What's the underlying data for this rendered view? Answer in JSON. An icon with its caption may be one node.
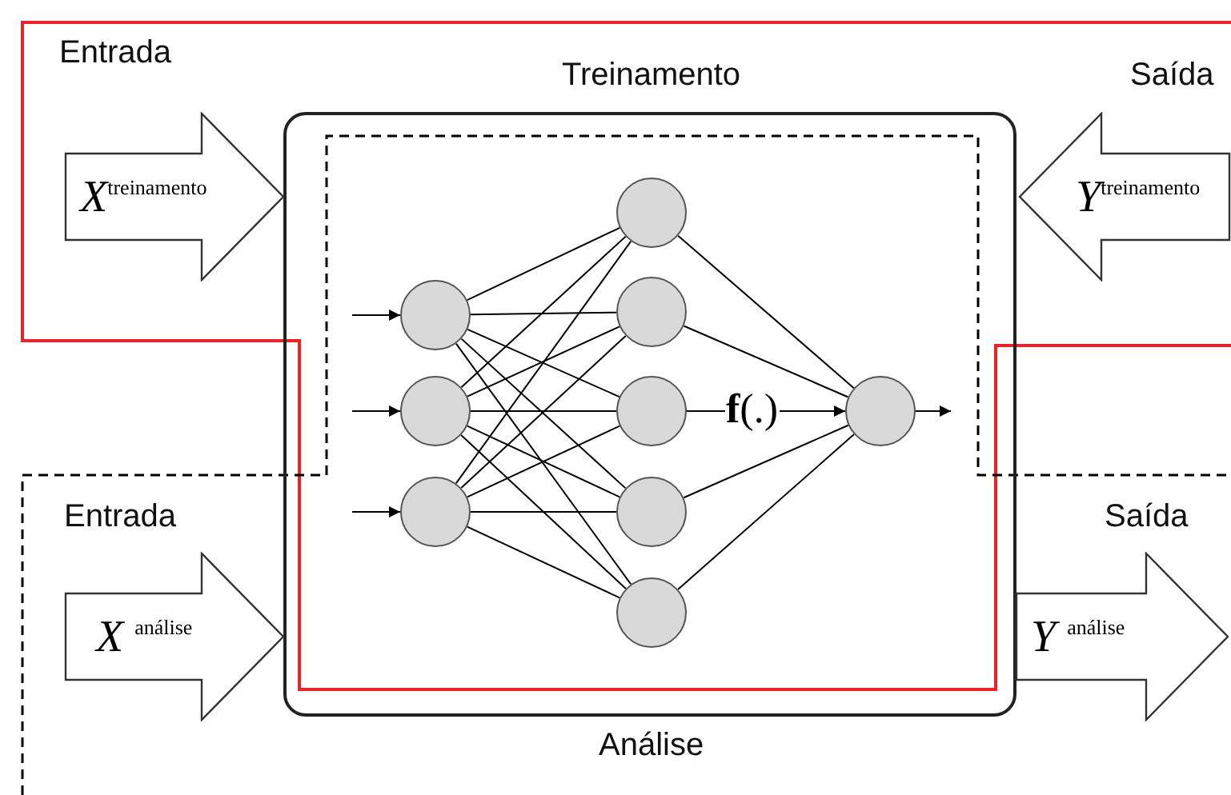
{
  "diagram": {
    "nodes": [
      {
        "text": [],
        "shape": "box"
      },
      {
        "text": [
          "*X*$^{treinamento}$"
        ],
        "beside": [
          "Entrada"
        ]
      },
      {
        "text": [
          "*Y*$^{treinamento}$"
        ],
        "beside": [
          "Saída"
        ]
      },
      {
        "text": [
          "*X* $^{análise}$"
        ],
        "beside": [
          "Entrada"
        ]
      },
      {
        "text": [
          "*Y* $^{análise}$"
        ],
        "beside": [
          "Saída"
        ]
      },
      {
        "text": [],
        "shape": "circle",
        "in": 0
      },
      {
        "text": [],
        "shape": "circle",
        "in": 0
      },
      {
        "text": [],
        "shape": "circle",
        "in": 0
      },
      {
        "text": [],
        "shape": "circle",
        "in": 0
      },
      {
        "text": [],
        "shape": "circle",
        "in": 0
      },
      {
        "text": [],
        "shape": "circle",
        "in": 0
      },
      {
        "text": [],
        "shape": "circle",
        "in": 0
      },
      {
        "text": [],
        "shape": "circle",
        "in": 0
      },
      {
        "text": [],
        "shape": "circle",
        "in": 0
      }
    ],
    "edges": [
      {
        "from": null,
        "to": 5,
        "arrow": "to"
      },
      {
        "from": null,
        "to": 6,
        "arrow": "to"
      },
      {
        "from": null,
        "to": 7,
        "arrow": "to"
      },
      {
        "from": 5,
        "to": 8,
        "arrow": "none"
      },
      {
        "from": 5,
        "to": 9,
        "arrow": "none"
      },
      {
        "from": 5,
        "to": 10,
        "arrow": "none"
      },
      {
        "from": 5,
        "to": 11,
        "arrow": "none"
      },
      {
        "from": 5,
        "to": 12,
        "arrow": "none"
      },
      {
        "from": 6,
        "to": 8,
        "arrow": "none"
      },
      {
        "from": 6,
        "to": 9,
        "arrow": "none"
      },
      {
        "from": 6,
        "to": 10,
        "arrow": "none"
      },
      {
        "from": 6,
        "to": 11,
        "arrow": "none"
      },
      {
        "from": 6,
        "to": 12,
        "arrow": "none"
      },
      {
        "from": 7,
        "to": 8,
        "arrow": "none"
      },
      {
        "from": 7,
        "to": 9,
        "arrow": "none"
      },
      {
        "from": 7,
        "to": 10,
        "arrow": "none"
      },
      {
        "from": 7,
        "to": 11,
        "arrow": "none"
      },
      {
        "from": 7,
        "to": 12,
        "arrow": "none"
      },
      {
        "from": 8,
        "to": 13,
        "arrow": "none"
      },
      {
        "from": 9,
        "to": 13,
        "arrow": "none"
      },
      {
        "from": 10,
        "to": 13,
        "arrow": "to",
        "label": "**f**(.)"
      },
      {
        "from": 11,
        "to": 13,
        "arrow": "none"
      },
      {
        "from": 12,
        "to": 13,
        "arrow": "none"
      },
      {
        "from": 13,
        "to": null,
        "arrow": "to"
      }
    ],
    "labels": [
      "Treinamento",
      "Análise"
    ]
  }
}
